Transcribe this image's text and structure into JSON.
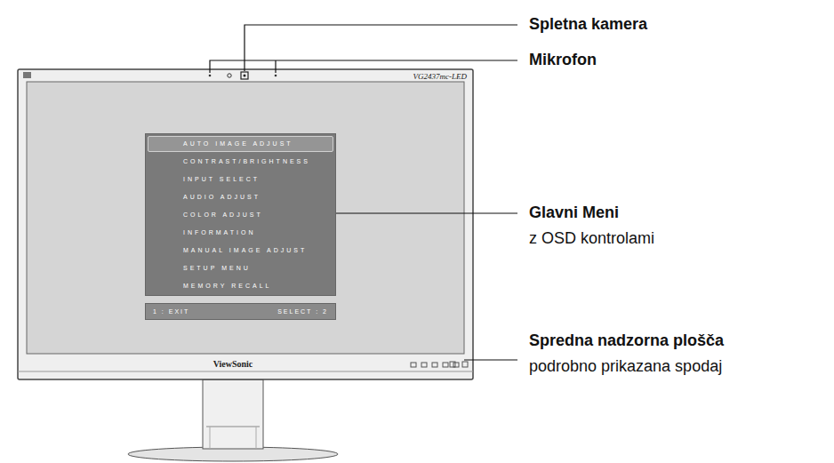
{
  "diagram": {
    "nodes": [
      {
        "text": [
          "VG2437mc-LED",
          "ViewSonic"
        ]
      },
      {
        "text": [
          "AUTO IMAGE ADJUST",
          "CONTRAST/BRIGHTNESS",
          "INPUT SELECT",
          "AUDIO ADJUST",
          "COLOR ADJUST",
          "INFORMATION",
          "MANUAL IMAGE ADJUST",
          "SETUP MENU",
          "MEMORY RECALL",
          "1 : EXIT",
          "SELECT : 2"
        ],
        "in": 0
      }
    ],
    "labels": [
      "Spletna kamera",
      "Mikrofon",
      "Glavni Meni",
      "z OSD kontrolami",
      "Spredna nadzorna plošča",
      "podrobno prikazana spodaj"
    ]
  }
}
